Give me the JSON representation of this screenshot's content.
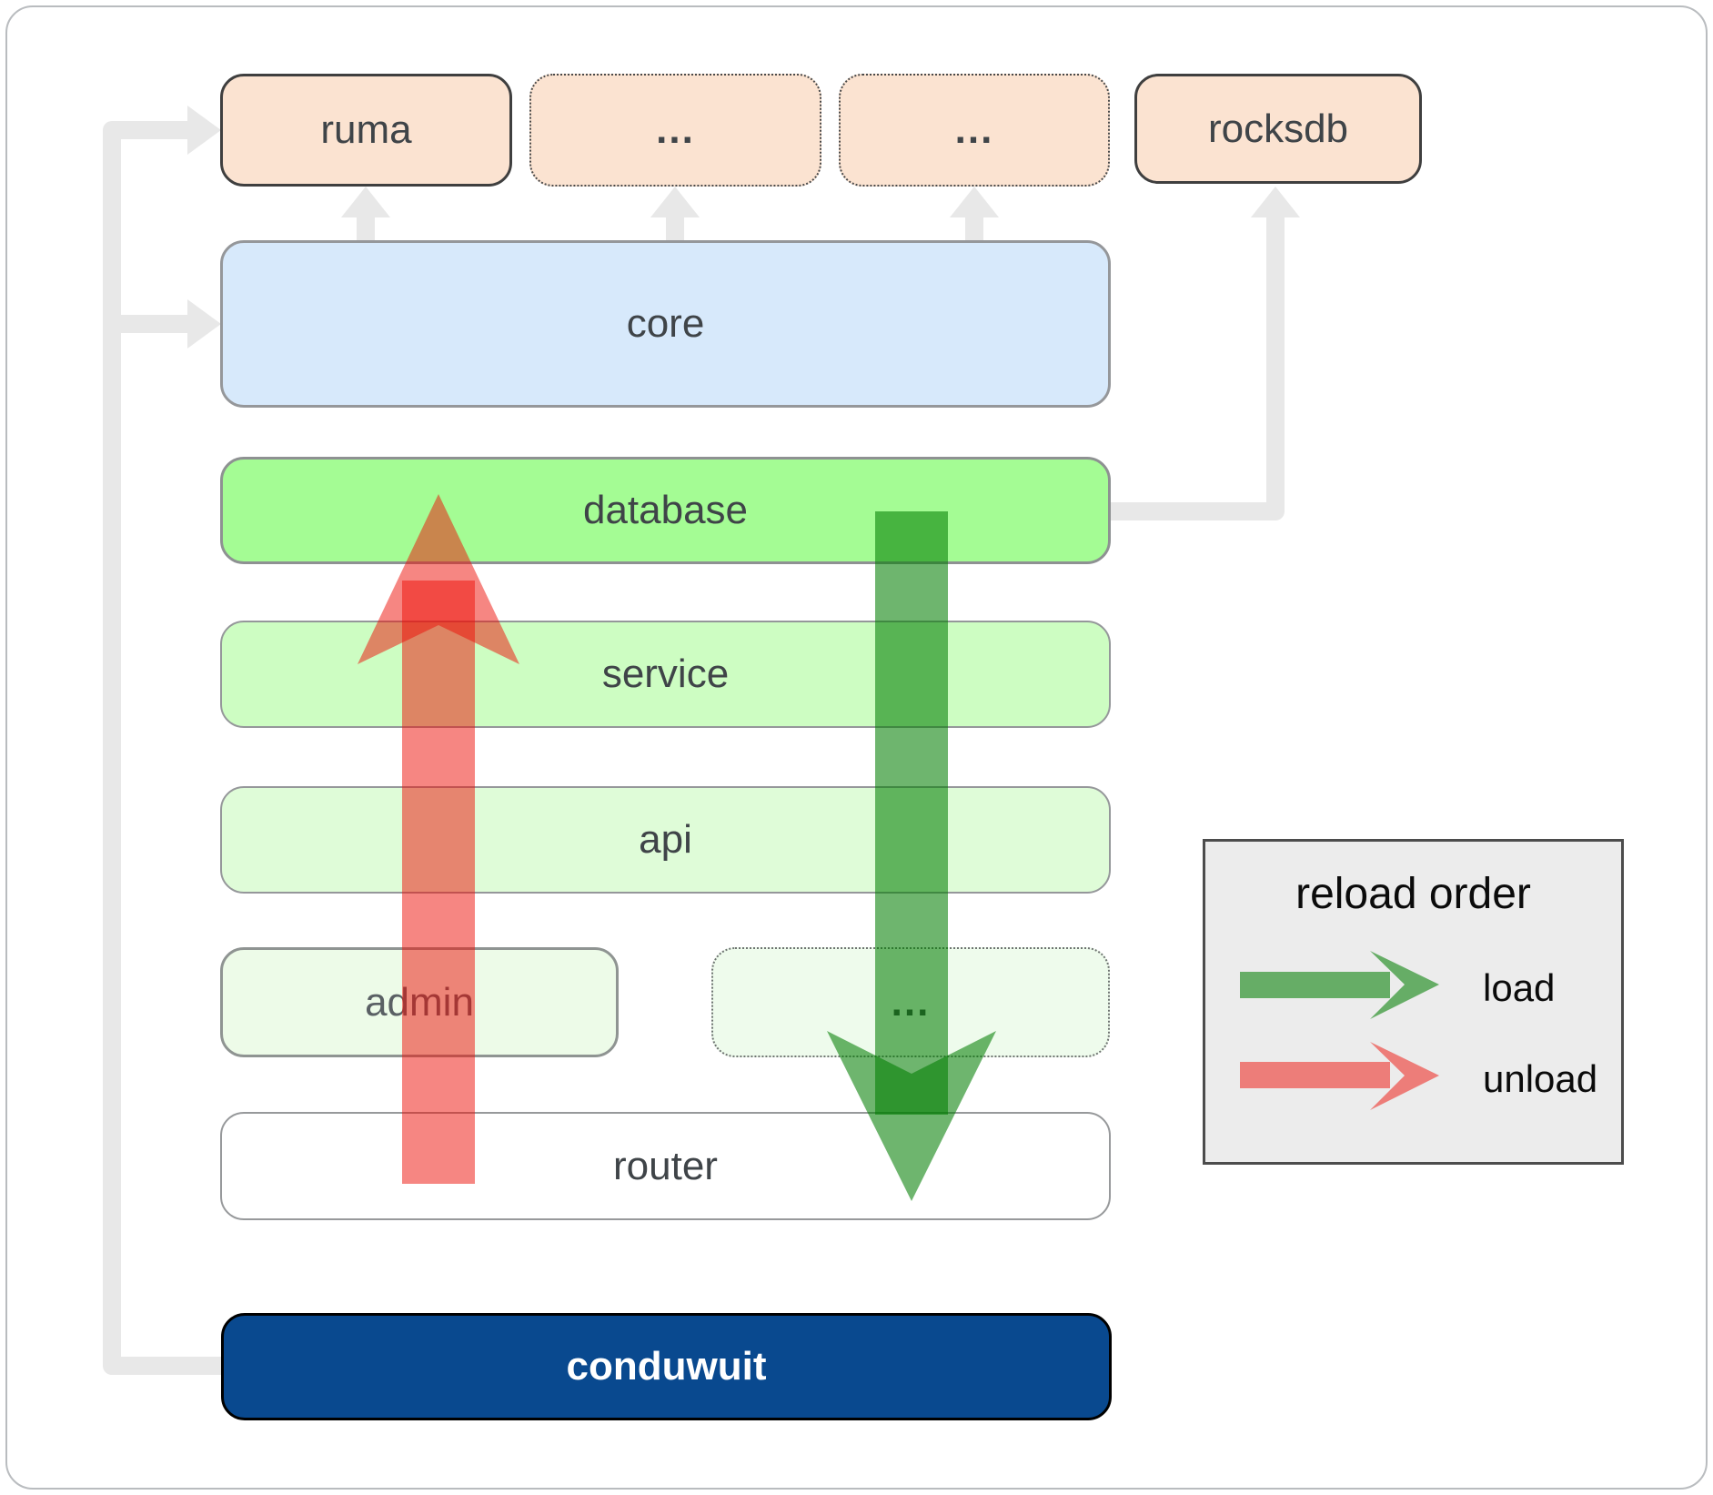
{
  "nodes": {
    "ruma": {
      "label": "ruma"
    },
    "ellipsis1": {
      "label": "..."
    },
    "ellipsis2": {
      "label": "..."
    },
    "rocksdb": {
      "label": "rocksdb"
    },
    "core": {
      "label": "core"
    },
    "database": {
      "label": "database"
    },
    "service": {
      "label": "service"
    },
    "api": {
      "label": "api"
    },
    "admin": {
      "label": "admin"
    },
    "ellipsis3": {
      "label": "..."
    },
    "router": {
      "label": "router"
    },
    "conduwuit": {
      "label": "conduwuit"
    }
  },
  "legend": {
    "title": "reload order",
    "items": [
      {
        "label": "load",
        "color": "#007d00"
      },
      {
        "label": "unload",
        "color": "#ed0d05"
      }
    ]
  },
  "colors": {
    "load_arrow": "#007d00",
    "unload_arrow": "#ed0d05",
    "connector_gray": "#e8e8e8",
    "node_peach": "#fbe3d1",
    "node_blue": "#d7e9fb",
    "node_green_bright": "#a4fc94",
    "node_green_light": "#cdfdc2",
    "node_green_lighter": "#dffcd8",
    "node_green_faint": "#edfbe8",
    "node_white": "#ffffff",
    "node_navy": "#09498f",
    "legend_bg": "#ececec"
  }
}
